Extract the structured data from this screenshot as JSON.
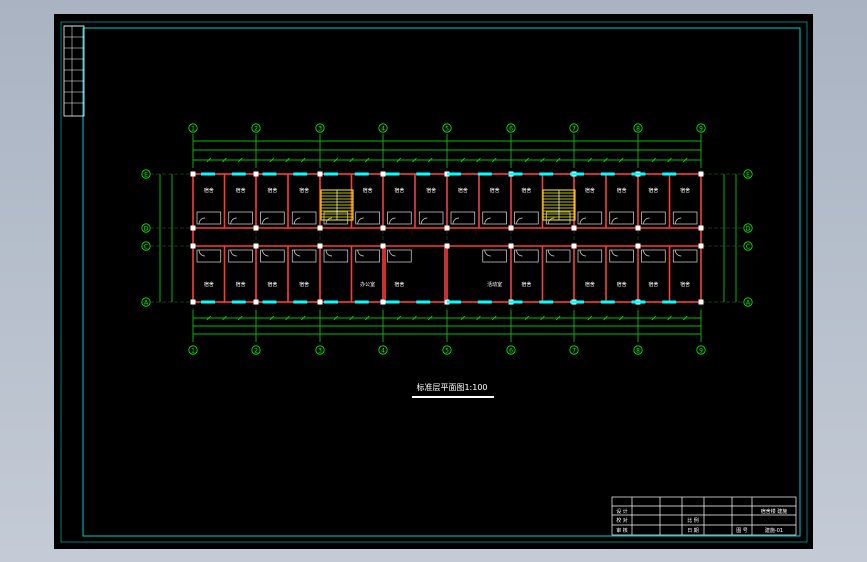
{
  "drawing": {
    "title": "标准层平面图1:100",
    "axes_top": [
      "1",
      "2",
      "3",
      "4",
      "5",
      "6",
      "7",
      "8",
      "9"
    ],
    "axes_bottom": [
      "1",
      "2",
      "3",
      "4",
      "5",
      "6",
      "7",
      "8",
      "9"
    ],
    "axes_left": [
      "E",
      "D",
      "C",
      "A"
    ],
    "axes_right": [
      "E",
      "D",
      "C",
      "A"
    ],
    "room_label": "宿舍",
    "office_label": "办公室",
    "corridor_label": "活动室"
  },
  "title_block": {
    "designer_label": "设 计",
    "checker_label": "校 对",
    "approver_label": "审 核",
    "date_label": "日 期",
    "scale_label": "比 例",
    "sheet_label": "图 号",
    "project_name": "宿舍楼 建施",
    "drawing_no": "建施-01"
  },
  "colors": {
    "background": "#000000",
    "border": "#00cccc",
    "dimension": "#00ff00",
    "wall": "#ff3b3b",
    "column": "#ffffff",
    "stair": "#ffff00",
    "window": "#00ffff"
  }
}
